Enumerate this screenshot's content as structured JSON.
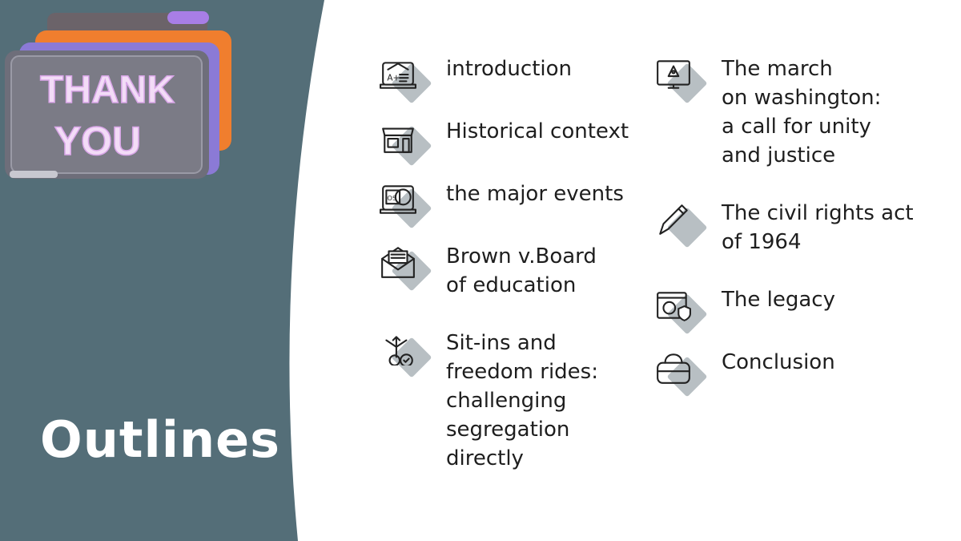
{
  "title": "Outlines",
  "image": {
    "text_line1": "THANK",
    "text_line2": "YOU"
  },
  "colors": {
    "panel": "#546e78",
    "text": "#1e1e1e",
    "shadow": "#b8bfc3"
  },
  "items": [
    {
      "label": "introduction",
      "icon": "laptop-grade-icon"
    },
    {
      "label": "Historical context",
      "icon": "storefront-icon"
    },
    {
      "label": "the major events",
      "icon": "os-disc-laptop-icon"
    },
    {
      "label": "Brown v.Board\nof education",
      "icon": "open-envelope-icon"
    },
    {
      "label": "Sit-ins and\nfreedom rides:\nchallenging\nsegregation\ndirectly",
      "icon": "direction-arrows-check-icon"
    },
    {
      "label": "The march\non washington:\na call for unity\nand justice",
      "icon": "pen-tool-monitor-icon"
    },
    {
      "label": "The civil rights act\nof 1964",
      "icon": "pen-icon"
    },
    {
      "label": "The legacy",
      "icon": "browser-shield-icon"
    },
    {
      "label": "Conclusion",
      "icon": "bag-icon"
    }
  ]
}
